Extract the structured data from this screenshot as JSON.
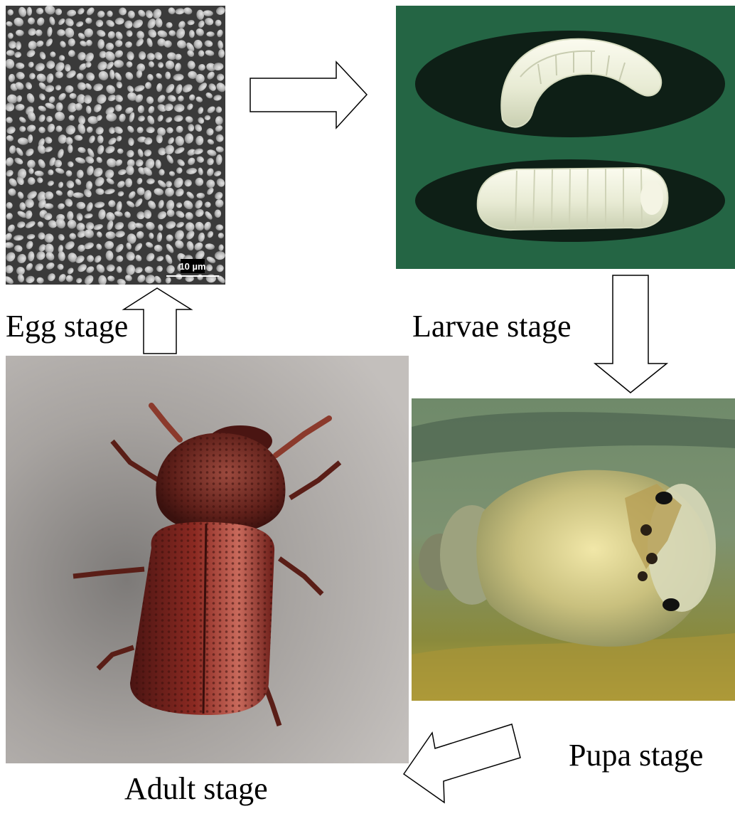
{
  "diagram": {
    "stages": {
      "egg": {
        "label": "Egg stage"
      },
      "larvae": {
        "label": "Larvae stage"
      },
      "pupa": {
        "label": "Pupa stage"
      },
      "adult": {
        "label": "Adult stage"
      }
    },
    "egg_scale_bar": "10 µm",
    "cycle_order": [
      "Egg stage",
      "Larvae stage",
      "Pupa stage",
      "Adult stage"
    ]
  }
}
